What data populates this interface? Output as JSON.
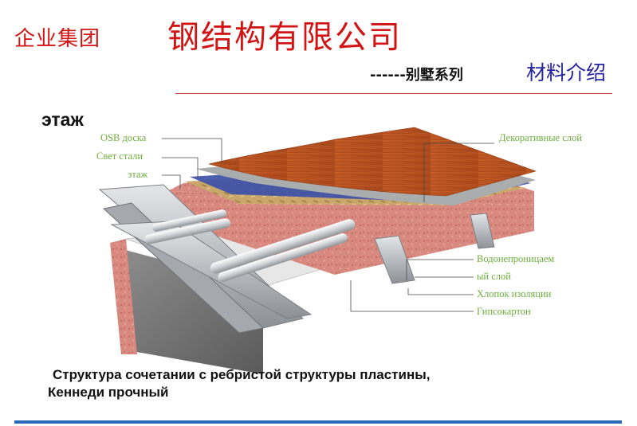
{
  "header": {
    "company": "企业集团",
    "title": "钢结构有限公司",
    "series": "------别墅系列",
    "section_intro": "材料介绍"
  },
  "section_title": "этаж",
  "labels": {
    "osb": "OSB доска",
    "light_steel": "Свет стали",
    "floor": "этаж",
    "decorative": "Декоративные слой",
    "waterproof_line1": "Водонепроницаем",
    "waterproof_line2": "ый слой",
    "cotton": "Хлопок изоляции",
    "gypsum": "Гипсокартон"
  },
  "caption": {
    "line1": "Структура сочетании с ребристой структуры пластины,",
    "line2": "Кеннеди прочный"
  },
  "colors": {
    "header_red": "#d21414",
    "intro_blue": "#2424a0",
    "label_green": "#6fae3e",
    "bottom_bar": "#2a68b8"
  }
}
